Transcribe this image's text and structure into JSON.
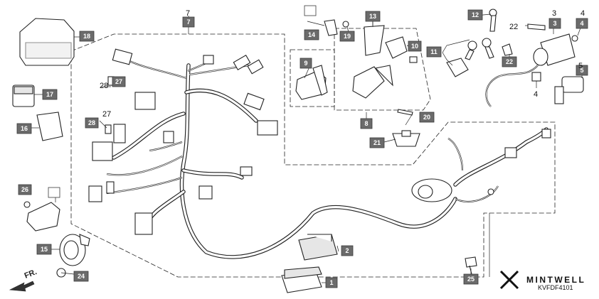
{
  "direction_label": "FR.",
  "brand": {
    "name": "MINTWELL"
  },
  "diagram_code": "KVFDF4101",
  "callouts": {
    "c1": "1",
    "c2": "2",
    "c3": "3",
    "c4": "4",
    "c5": "5",
    "c7": "7",
    "c8": "8",
    "c9": "9",
    "c10": "10",
    "c11": "11",
    "c12": "12",
    "c13": "13",
    "c14": "14",
    "c15": "15",
    "c16": "16",
    "c17": "17",
    "c18": "18",
    "c19": "19",
    "c20": "20",
    "c21": "21",
    "c22": "22",
    "c24": "24",
    "c25": "25",
    "c26": "26",
    "c27": "27",
    "c28": "28"
  },
  "plain_labels": {
    "p7": "7",
    "p28": "28",
    "p27": "27",
    "p22": "22",
    "p3": "3",
    "p4a": "4",
    "p5": "5",
    "p4b": "4"
  }
}
